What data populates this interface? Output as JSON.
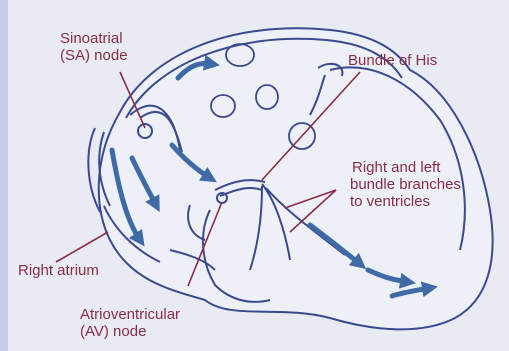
{
  "colors": {
    "background": "#e8ebf4",
    "side_bar": "#c9cde6",
    "heart_outline": "#3a4a8e",
    "heart_fill": "#eef0f8",
    "flow_arrow": "#3e6aa6",
    "pointer_line": "#8a2d44",
    "label_text": "#8a2d44"
  },
  "labels": {
    "sa_node": [
      "Sinoatrial",
      "(SA) node"
    ],
    "bundle_of_his": "Bundle of His",
    "bundle_branches": [
      "Right and left",
      "bundle branches",
      "to ventricles"
    ],
    "right_atrium": "Right atrium",
    "av_node": [
      "Atrioventricular",
      "(AV) node"
    ]
  }
}
